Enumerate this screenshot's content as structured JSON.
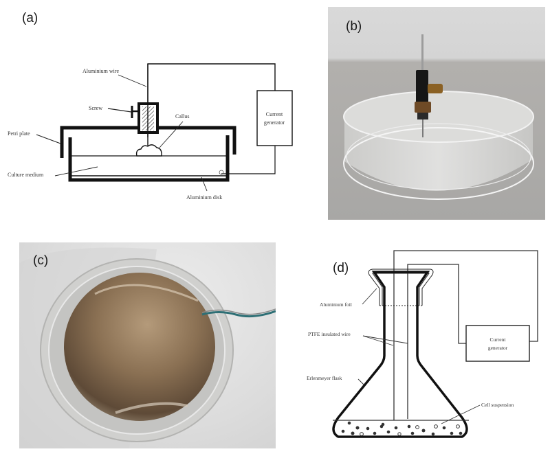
{
  "panels": {
    "a": {
      "label": "(a)",
      "type": "schematic",
      "annotations": {
        "aluminium_wire": "Aluminium wire",
        "screw": "Screw",
        "callus": "Callus",
        "petri_plate": "Petri plate",
        "culture_medium": "Culture medium",
        "aluminium_disk": "Aluminium disk",
        "current_generator_line1": "Current",
        "current_generator_line2": "generator"
      }
    },
    "b": {
      "label": "(b)",
      "type": "photo",
      "subject": "Petri dish with electrode holder and vertical wire"
    },
    "c": {
      "label": "(c)",
      "type": "photo",
      "subject": "Aluminium disk in petri dish with connected wire"
    },
    "d": {
      "label": "(d)",
      "type": "schematic",
      "annotations": {
        "aluminium_foil": "Aluminium foil",
        "ptfe_wire": "PTFE insulated wire",
        "erlenmeyer_flask": "Erlenmeyer flask",
        "cell_suspension": "Cell suspension",
        "current_generator_line1": "Current",
        "current_generator_line2": "generator"
      }
    }
  },
  "colors": {
    "line": "#111111",
    "photo_bg_b": "#a9a8a6",
    "photo_wall_b": "#d2d2d0",
    "photo_bg_c": "#dcdcdc",
    "disk_metal": "#8a7458"
  }
}
